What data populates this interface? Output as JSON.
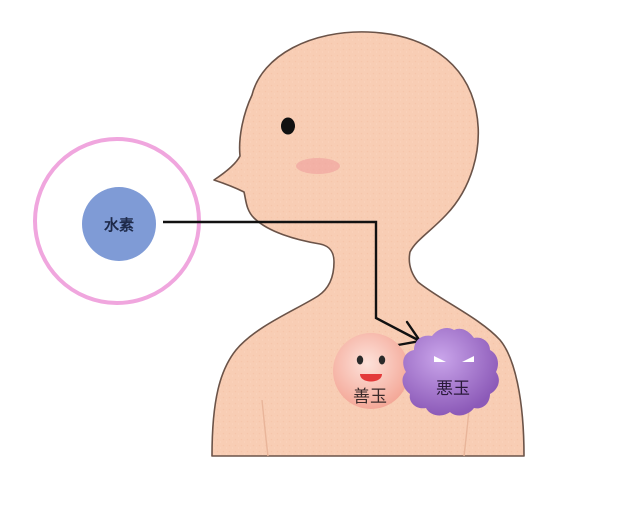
{
  "hydrogen": {
    "label": "水素",
    "color": "#7f9bd6",
    "ring_color": "#f0a6de"
  },
  "good_radical": {
    "label": "善玉",
    "color": "#f7b4a8"
  },
  "bad_radical": {
    "label": "悪玉",
    "color": "#9e72c8"
  },
  "figure": {
    "skin_color": "#f8cdb4",
    "outline_color": "#3b3b3b"
  },
  "arrow": {
    "color": "#111111"
  }
}
